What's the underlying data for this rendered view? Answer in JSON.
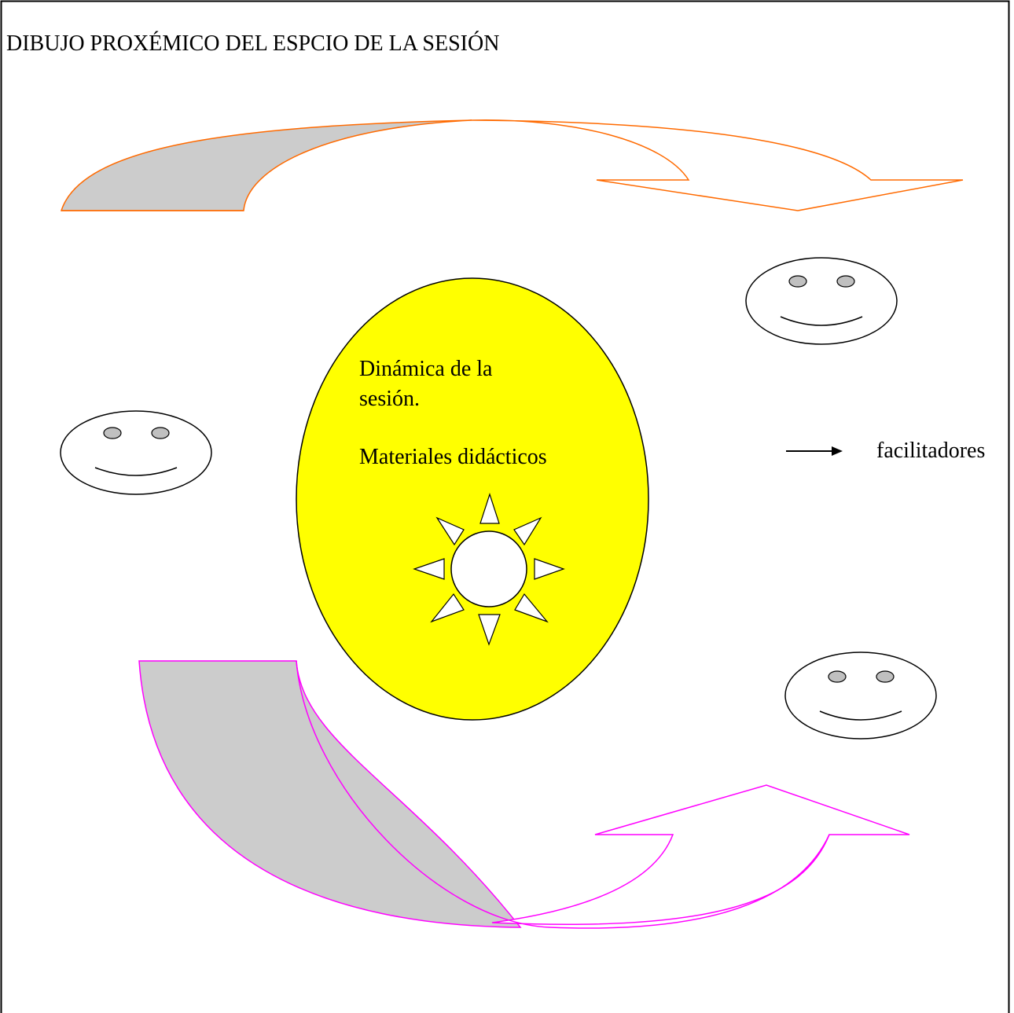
{
  "title": "DIBUJO PROXÉMICO DEL ESPCIO DE LA SESIÓN",
  "center": {
    "line1": "Dinámica de la",
    "line2": "sesión.",
    "line3": "Materiales didácticos"
  },
  "legend": {
    "label": "facilitadores"
  },
  "colors": {
    "border": "#000000",
    "top_arrow_stroke": "#ff6a00",
    "bottom_arrow_stroke": "#ff00ff",
    "arrow_shadow_fill": "#cccccc",
    "ellipse_fill": "#ffff00",
    "face_eye_fill": "#c0c0c0"
  },
  "icons": {
    "faces": [
      "smiley-face-icon",
      "smiley-face-icon",
      "smiley-face-icon"
    ],
    "sun": "sun-icon",
    "legend_arrow": "right-arrow-icon"
  }
}
